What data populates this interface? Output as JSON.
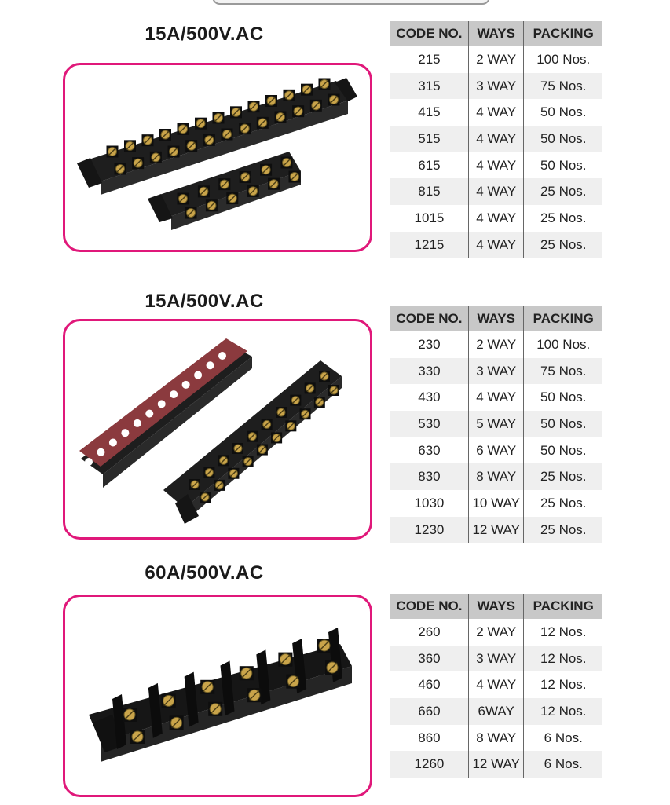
{
  "sections": [
    {
      "title": "15A/500V.AC",
      "image_name": "terminal-strip-15a-product-photo",
      "headers": [
        "CODE NO.",
        "WAYS",
        "PACKING"
      ],
      "rows": [
        [
          "215",
          "2 WAY",
          "100 Nos."
        ],
        [
          "315",
          "3 WAY",
          "75 Nos."
        ],
        [
          "415",
          "4 WAY",
          "50 Nos."
        ],
        [
          "515",
          "4 WAY",
          "50 Nos."
        ],
        [
          "615",
          "4 WAY",
          "50 Nos."
        ],
        [
          "815",
          "4 WAY",
          "25 Nos."
        ],
        [
          "1015",
          "4 WAY",
          "25 Nos."
        ],
        [
          "1215",
          "4 WAY",
          "25 Nos."
        ]
      ]
    },
    {
      "title": "15A/500V.AC",
      "image_name": "terminal-strip-15a-covered-product-photo",
      "headers": [
        "CODE NO.",
        "WAYS",
        "PACKING"
      ],
      "rows": [
        [
          "230",
          "2 WAY",
          "100 Nos."
        ],
        [
          "330",
          "3 WAY",
          "75 Nos."
        ],
        [
          "430",
          "4 WAY",
          "50 Nos."
        ],
        [
          "530",
          "5 WAY",
          "50 Nos."
        ],
        [
          "630",
          "6 WAY",
          "50 Nos."
        ],
        [
          "830",
          "8 WAY",
          "25 Nos."
        ],
        [
          "1030",
          "10 WAY",
          "25 Nos."
        ],
        [
          "1230",
          "12 WAY",
          "25 Nos."
        ]
      ]
    },
    {
      "title": "60A/500V.AC",
      "image_name": "terminal-strip-60a-product-photo",
      "headers": [
        "CODE NO.",
        "WAYS",
        "PACKING"
      ],
      "rows": [
        [
          "260",
          "2 WAY",
          "12 Nos."
        ],
        [
          "360",
          "3 WAY",
          "12 Nos."
        ],
        [
          "460",
          "4 WAY",
          "12 Nos."
        ],
        [
          "660",
          "6WAY",
          "12 Nos."
        ],
        [
          "860",
          "8 WAY",
          "6 Nos."
        ],
        [
          "1260",
          "12 WAY",
          "6 Nos."
        ]
      ]
    }
  ],
  "colors": {
    "frame_border": "#e0187a",
    "header_bg": "#c8c8c8",
    "stripe_bg": "#efefef",
    "strip_body": "#1e1e1e",
    "cover_red": "#8b3a3e",
    "screw_brass": "#c9a44a"
  }
}
